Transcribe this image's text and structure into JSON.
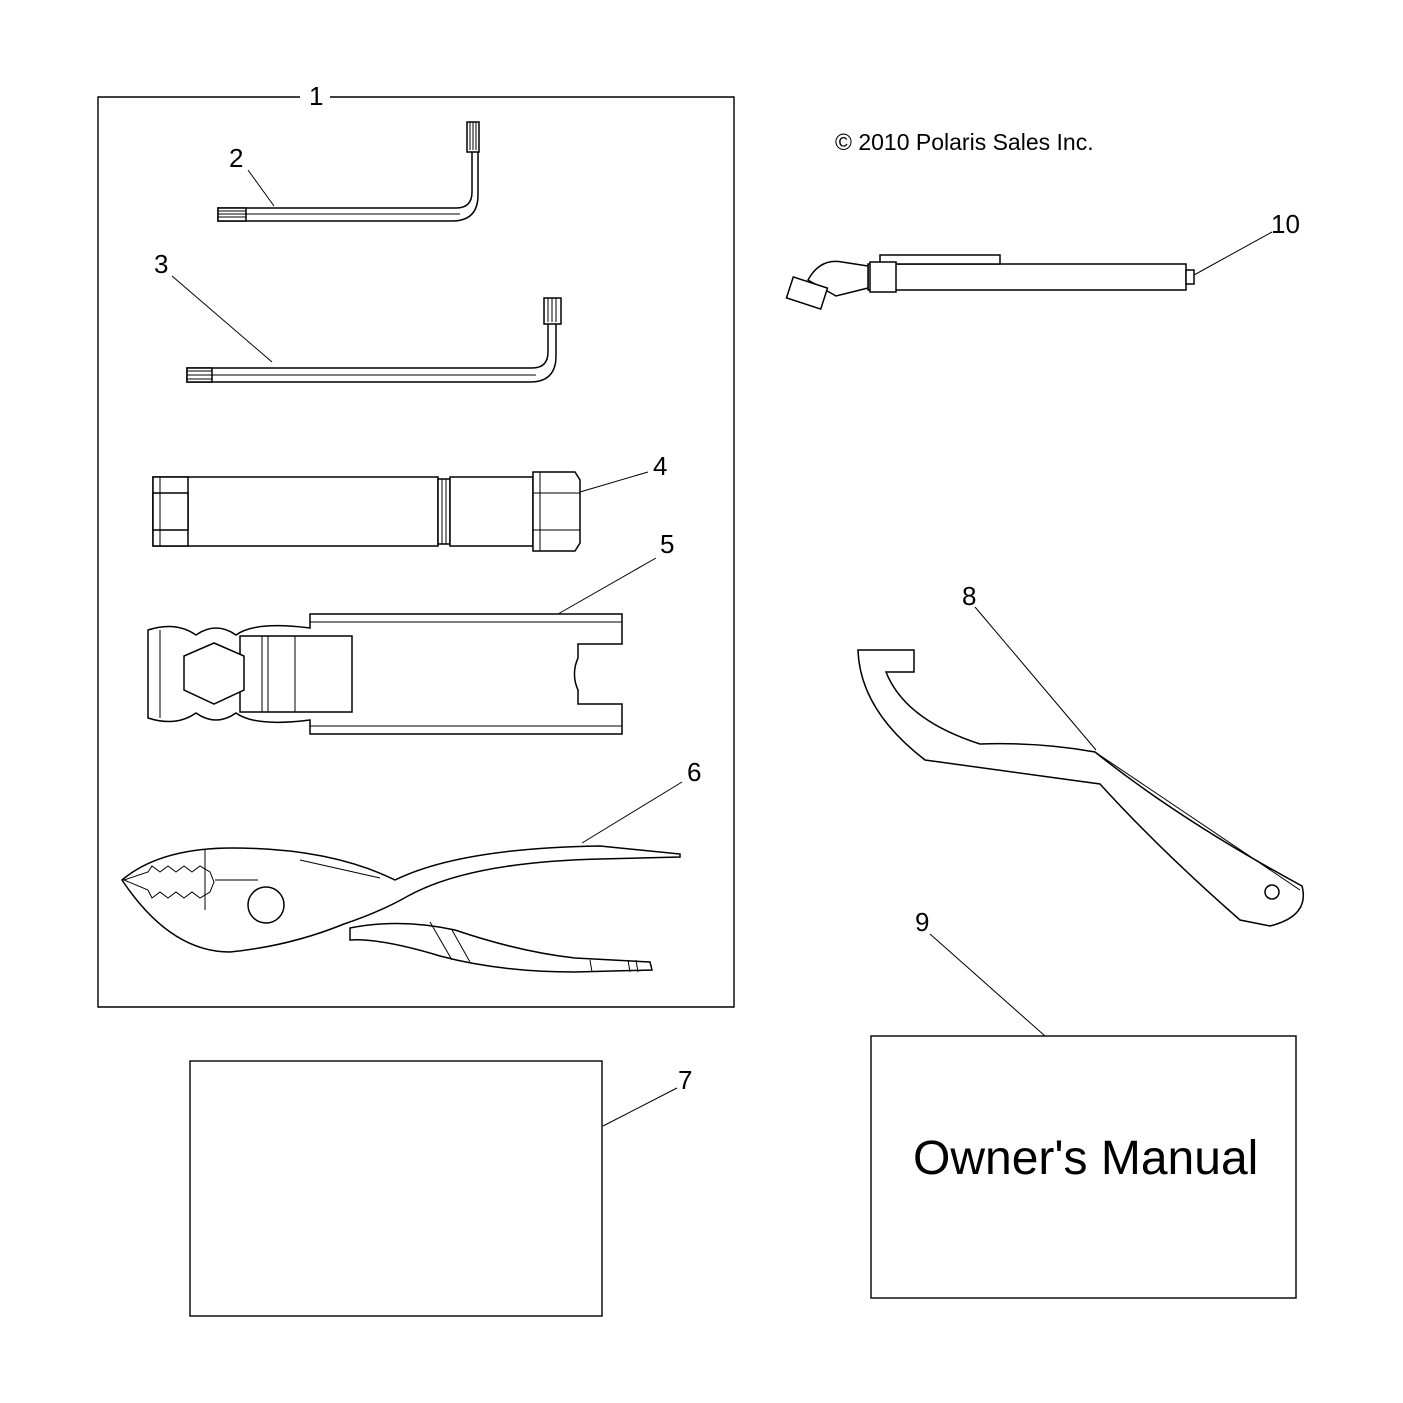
{
  "copyright": "© 2010 Polaris Sales Inc.",
  "callouts": {
    "c1": "1",
    "c2": "2",
    "c3": "3",
    "c4": "4",
    "c5": "5",
    "c6": "6",
    "c7": "7",
    "c8": "8",
    "c9": "9",
    "c10": "10"
  },
  "manual_title": "Owner's Manual"
}
